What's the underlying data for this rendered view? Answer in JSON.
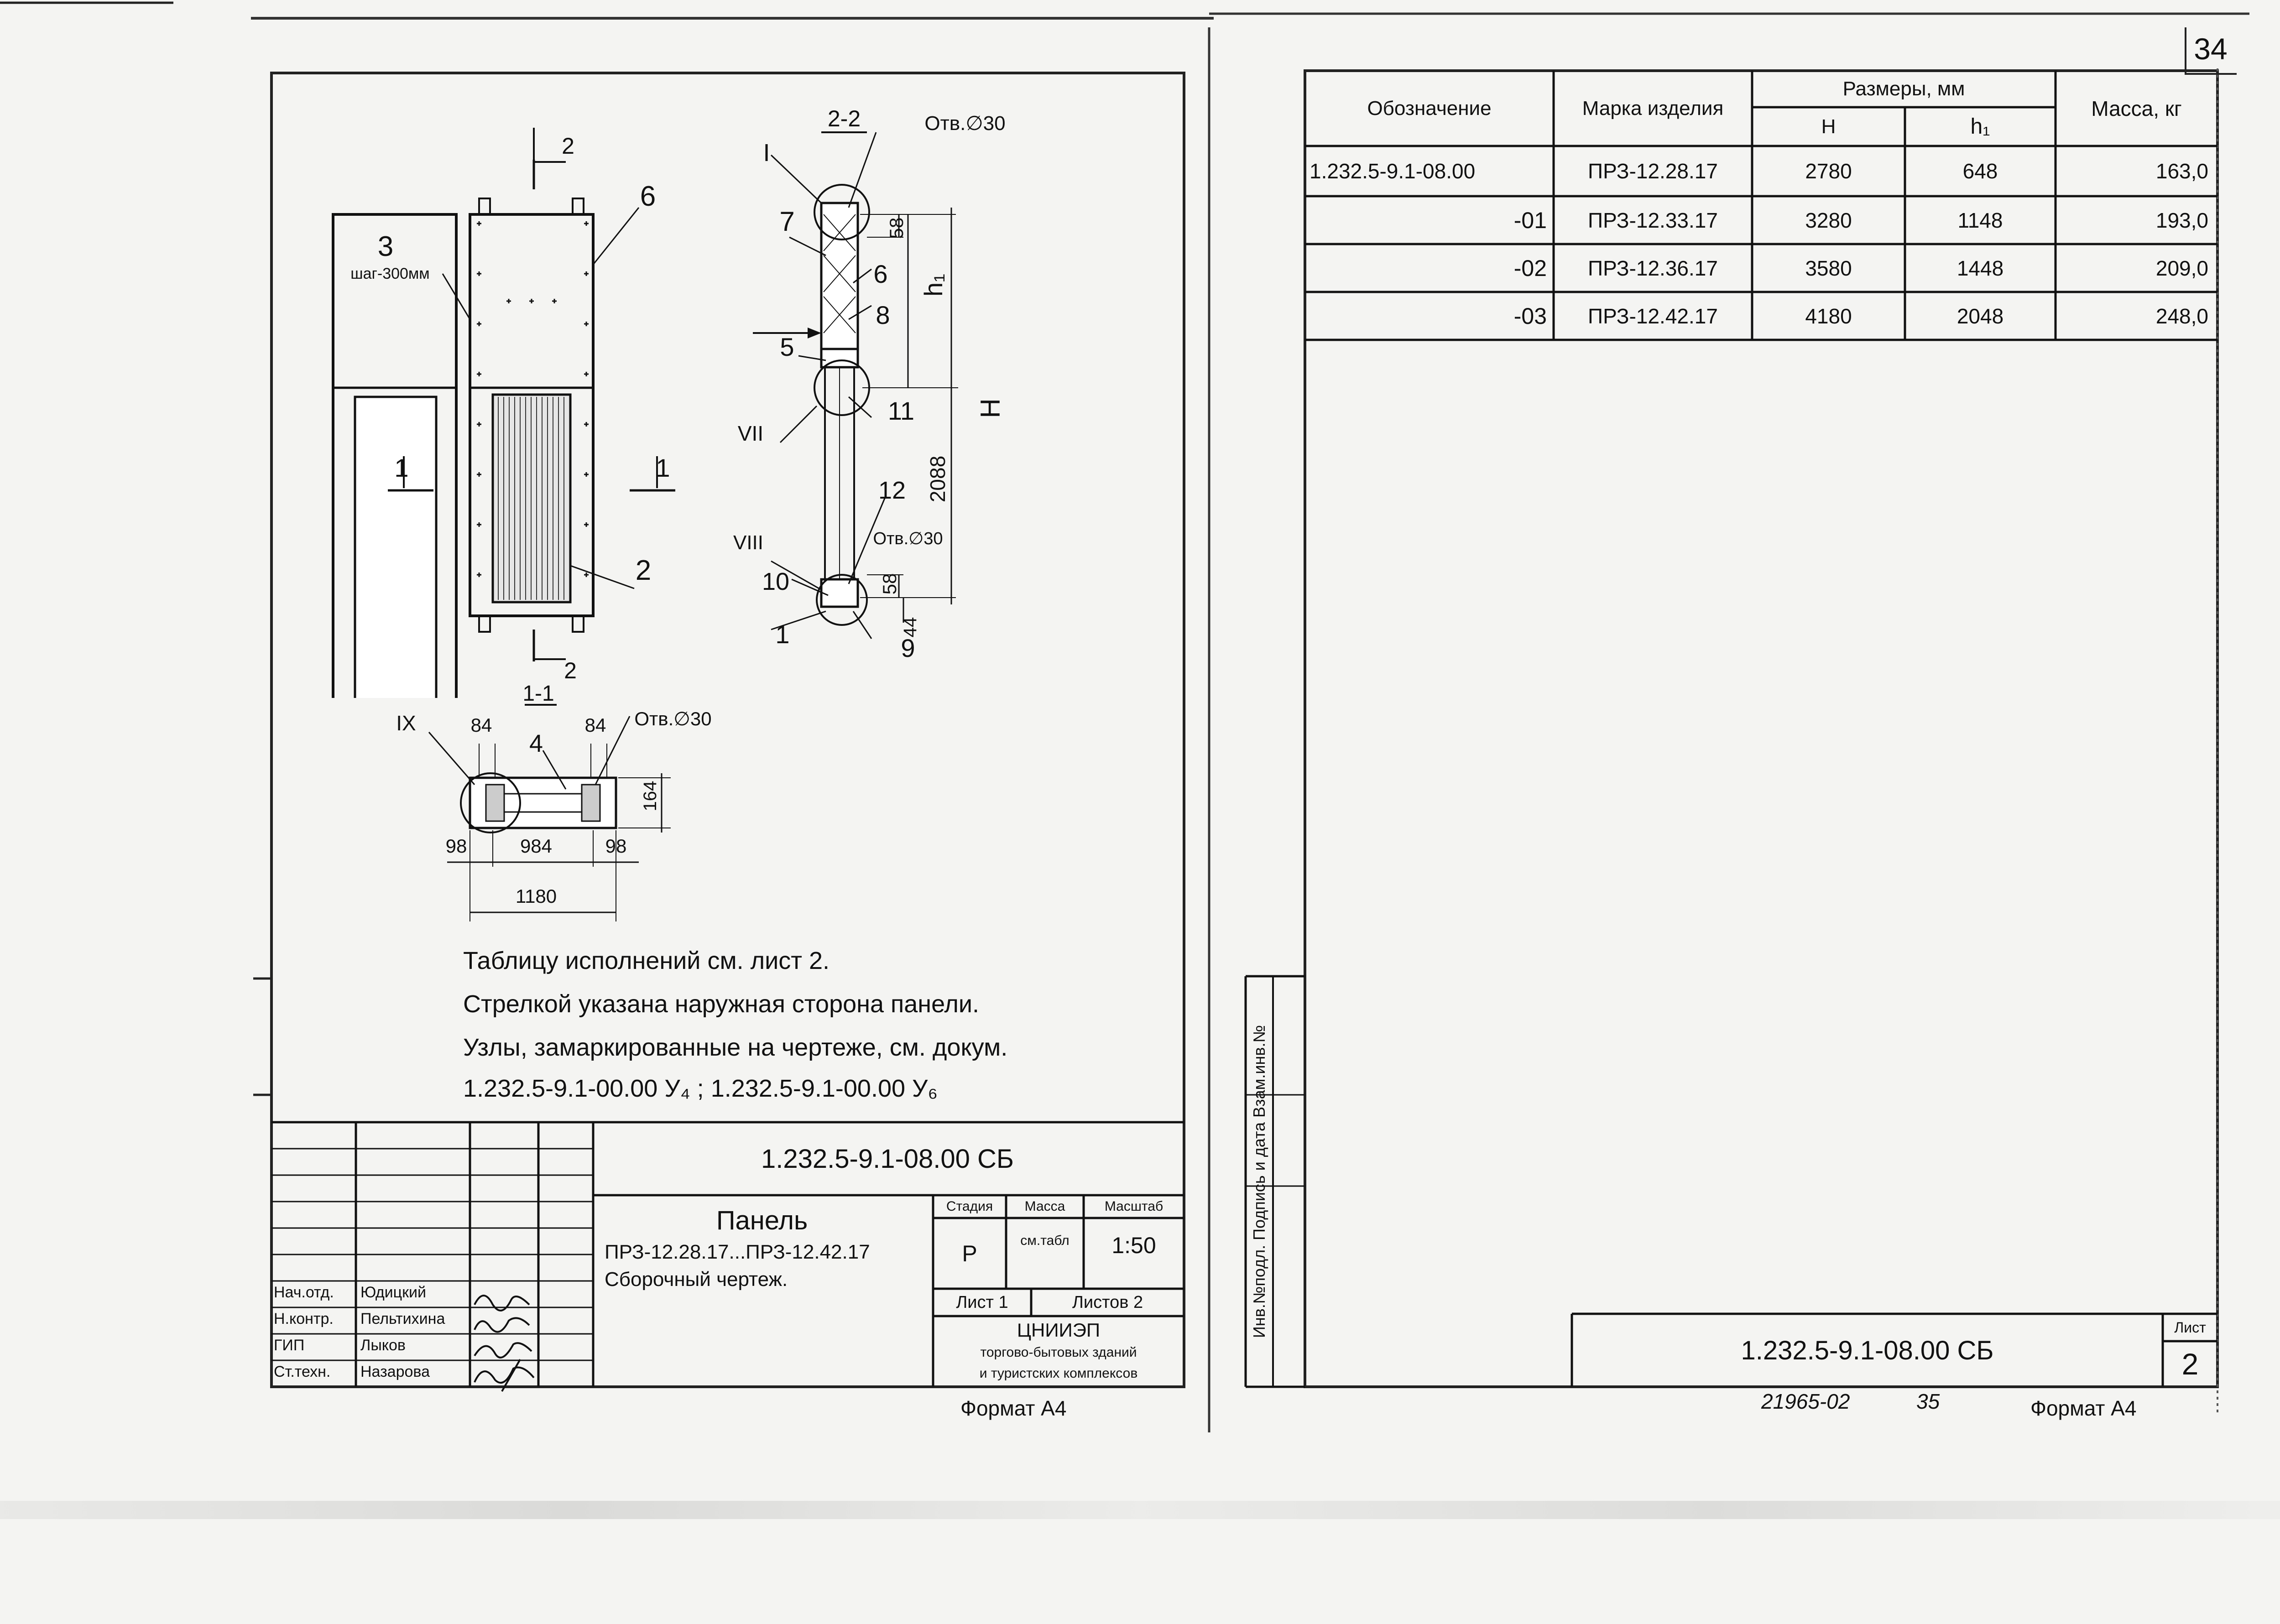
{
  "page_number": "34",
  "left_sheet": {
    "labels": {
      "section_2_2": "2-2",
      "section_1_1": "1-1",
      "hole_top": "Отв.∅30",
      "hole_bottom": "Отв.∅30",
      "hole_plan": "Отв.∅30",
      "step": "шаг-300мм",
      "pos_1": "1",
      "pos_2": "2",
      "pos_3": "3",
      "pos_4": "4",
      "pos_5": "5",
      "pos_6a": "6",
      "pos_6b": "6",
      "pos_7": "7",
      "pos_8": "8",
      "pos_9": "9",
      "pos_10": "10",
      "pos_11": "11",
      "pos_12": "12",
      "node_I": "I",
      "node_VII": "VII",
      "node_VIII": "VIII",
      "node_IX": "IX",
      "cut_2_top": "2",
      "cut_2_bottom": "2",
      "cut_1_left": "1",
      "cut_1_right": "1",
      "dim_58_top": "58",
      "dim_h1": "h₁",
      "dim_H": "H",
      "dim_2088": "2088",
      "dim_58_bottom": "58",
      "dim_44": "44",
      "dim_84_left": "84",
      "dim_84_right": "84",
      "dim_164": "164",
      "dim_98_left": "98",
      "dim_984": "984",
      "dim_98_right": "98",
      "dim_1180": "1180"
    },
    "notes": [
      "Таблицу исполнений см. лист 2.",
      "Стрелкой указана наружная сторона панели.",
      "Узлы, замаркированные на чертеже, см. докум.",
      "1.232.5-9.1-00.00 У₄ ;  1.232.5-9.1-00.00 У₆"
    ],
    "title_block": {
      "designation": "1.232.5-9.1-08.00 СБ",
      "title_line1": "Панель",
      "title_line2": "ПРЗ-12.28.17...ПРЗ-12.42.17",
      "title_line3": "Сборочный чертеж.",
      "stage_header": "Стадия",
      "mass_header": "Масса",
      "scale_header": "Масштаб",
      "stage_value": "Р",
      "mass_value": "см.табл",
      "scale_value": "1:50",
      "sheet_label": "Лист 1",
      "sheets_label": "Листов 2",
      "org_line1": "ЦНИИЭП",
      "org_line2": "торгово-бытовых зданий",
      "org_line3": "и туристских комплексов",
      "signers": [
        {
          "role": "Нач.отд.",
          "name": "Юдицкий"
        },
        {
          "role": "Н.контр.",
          "name": "Пельтихина"
        },
        {
          "role": "ГИП",
          "name": "Лыков"
        },
        {
          "role": "Ст.техн.",
          "name": "Назарова"
        }
      ],
      "format": "Формат А4"
    }
  },
  "right_sheet": {
    "table": {
      "col_designation": "Обозначение",
      "col_mark": "Марка изделия",
      "col_sizes": "Размеры, мм",
      "col_H": "H",
      "col_h1": "h₁",
      "col_mass": "Масса, кг",
      "rows": [
        {
          "designation": "1.232.5-9.1-08.00",
          "mark": "ПРЗ-12.28.17",
          "H": "2780",
          "h1": "648",
          "mass": "163,0"
        },
        {
          "designation": "-01",
          "mark": "ПРЗ-12.33.17",
          "H": "3280",
          "h1": "1148",
          "mass": "193,0"
        },
        {
          "designation": "-02",
          "mark": "ПРЗ-12.36.17",
          "H": "3580",
          "h1": "1448",
          "mass": "209,0"
        },
        {
          "designation": "-03",
          "mark": "ПРЗ-12.42.17",
          "H": "4180",
          "h1": "2048",
          "mass": "248,0"
        }
      ]
    },
    "side_stamp": "Инв.№подл. Подпись и дата Взам.инв.№",
    "designation": "1.232.5-9.1-08.00 СБ",
    "sheet_label": "Лист",
    "sheet_number": "2",
    "footer_code": "21965-02",
    "footer_page": "35",
    "format": "Формат А4"
  }
}
